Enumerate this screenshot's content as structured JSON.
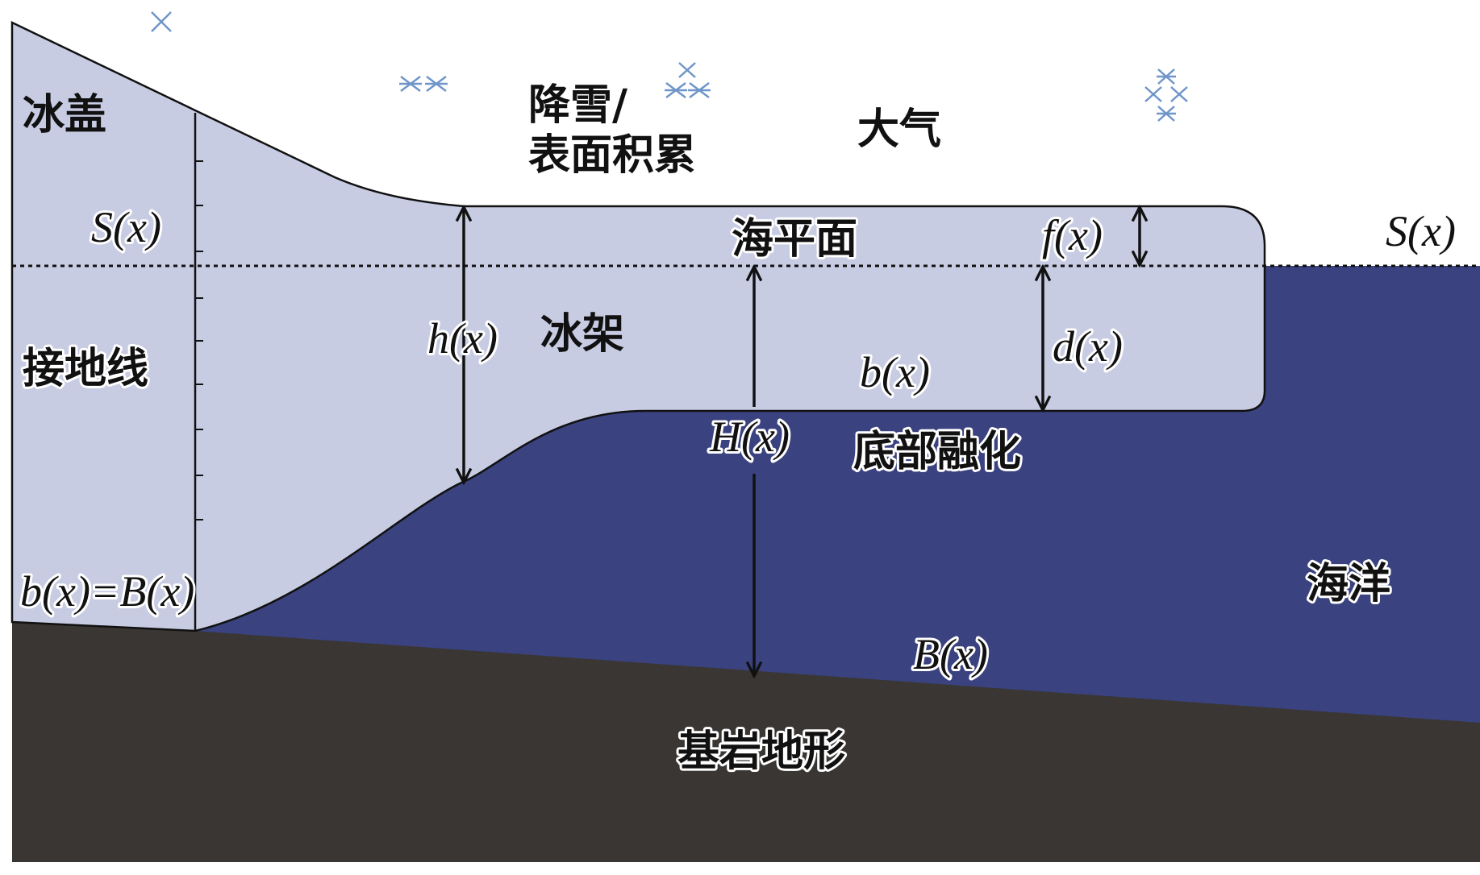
{
  "labels": {
    "ice_cap": "冰盖",
    "snowfall_line1": "降雪/",
    "snowfall_line2": "表面积累",
    "atmosphere": "大气",
    "sea_level": "海平面",
    "ice_shelf": "冰架",
    "grounding_line": "接地线",
    "basal_melt": "底部融化",
    "ocean": "海洋",
    "bedrock": "基岩地形",
    "surface_left": "S(x)",
    "surface_right": "S(x)",
    "thickness": "h(x)",
    "freeboard": "f(x)",
    "draft": "d(x)",
    "base": "b(x)",
    "water_depth": "H(x)",
    "bed": "B(x)",
    "grounding_condition": "b(x)=B(x)"
  },
  "colors": {
    "ice": "#c8cce2",
    "ocean": "#3a4280",
    "bedrock": "#3a3633",
    "snow": "#6f95c9",
    "outline": "#111111"
  },
  "icons": [
    "snowflake-icon"
  ]
}
